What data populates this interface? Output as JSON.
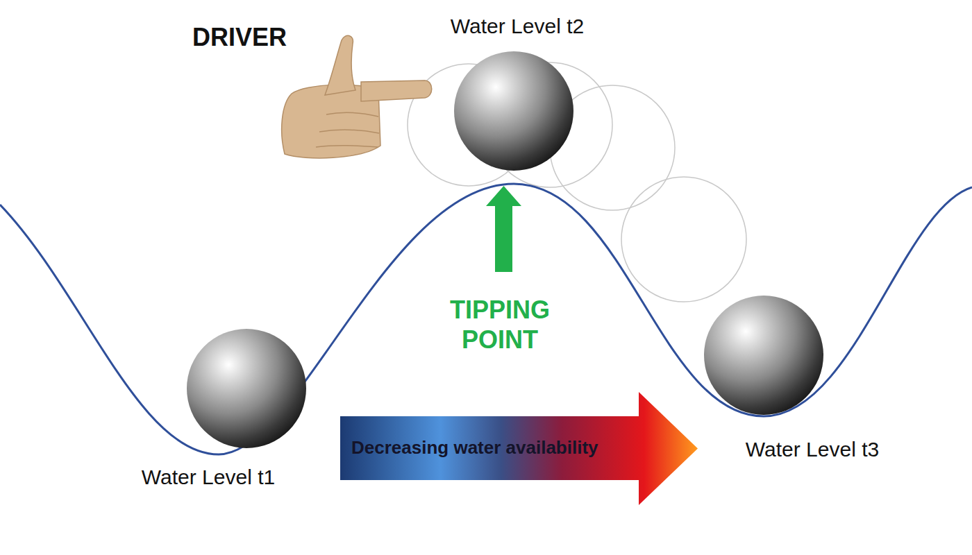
{
  "diagram": {
    "nodes": [
      {
        "text": [
          "Decreasing water availability"
        ]
      }
    ],
    "labels": [
      "DRIVER",
      "Water Level t2",
      "TIPPING POINT",
      "Water Level t1",
      "Water Level t3"
    ]
  }
}
